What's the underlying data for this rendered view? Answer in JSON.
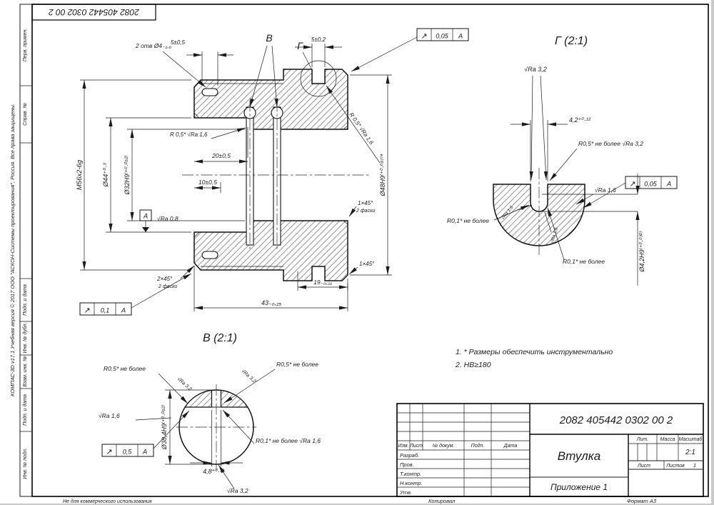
{
  "sheet": {
    "top_stamp": "2082 405442 0302 00 2",
    "watermark": "КОМПАС-3D v17.1 Учебная версия © 2017 ООО \"АСКОН-Системы проектирования\", Россия. Все права защищены.",
    "non_commercial": "Не для коммерческого использования",
    "copied": "Копировал",
    "format": "Формат A3",
    "margins": [
      "Перв. примен.",
      "Справ. №",
      "Подп. и дата",
      "Инв. № дубл.",
      "Взам. инв. №",
      "Подп. и дата",
      "Инв. № подл."
    ]
  },
  "main_view": {
    "holes_note": "2 отв Ø4₋₁,₀",
    "dim_slot_w": "5±0,5",
    "label_b": "В",
    "label_g": "Г",
    "dim_groove": "5±0,2",
    "tol_top_sym": "↗",
    "tol_top_val": "0,05",
    "tol_top_datum": "A",
    "dia44": "Ø44⁺⁰·³",
    "dia32": "Ø32H9⁽⁺⁰·⁰⁶²⁾",
    "thread": "M56x2-6g",
    "r05_left": "R 0,5* √Ra 1,6",
    "r05_right": "R 0,5* √Ra 1,6",
    "dim20": "20±0,5",
    "dim10": "10±0,5",
    "ra08": "√Ra 0,8",
    "datum": "A",
    "ch_inner": "1×45°",
    "ch_inner_note": "2 фаски",
    "ch_outer": "1×45°",
    "ch_left": "2×45°",
    "ch_left_note": "2 фаски",
    "dim19": "19₋₀,₂₁",
    "dim43": "43₋₀,₂₅",
    "dia48": "Ø48H9⁽⁺⁰·⁰⁸⁷⁾*",
    "tol_bot_sym": "↗",
    "tol_bot_val": "0,1",
    "tol_bot_datum": "A"
  },
  "detail_g": {
    "title": "Г (2:1)",
    "ra32_top": "√Ra 3,2",
    "dim42": "4,2⁺⁰·¹²",
    "r05": "R0,5* не более  √Ra 3,2",
    "ra16": "√Ra 1,6",
    "tol_sym": "↗",
    "tol_val": "0,05",
    "tol_datum": "A",
    "r01_left": "R0,1* не более",
    "r01_bottom": "R0,1* не более",
    "ra16_small1": "√Ra 1,6",
    "ra16_small2": "√Ra 1,6",
    "dia42": "Ø4,2H9⁽⁺⁰·⁰³⁰⁾"
  },
  "detail_v": {
    "title": "В (2:1)",
    "r05_left": "R0,5* не более",
    "r05_right": "R0,5* не более",
    "ra32_left": "√Ra 3,2",
    "ra32_right": "√Ra 3,2",
    "ra16": "√Ra 1,6",
    "tol_sym": "↗",
    "tol_val": "0,5",
    "tol_datum": "A",
    "dia384": "Ø38,4H9⁽⁺⁰·⁰⁶²⁾",
    "dim48": "4,8⁺⁰·¹²",
    "r01": "R0,1* не более  √Ra 1,6",
    "ra32_bottom": "√Ra 3,2"
  },
  "notes": {
    "n1": "1. * Размеры обеспечить инструментально",
    "n2": "2. HB≥180"
  },
  "title_block": {
    "doc_number": "2082 405442 0302 00 2",
    "part_name": "Втулка",
    "appendix": "Приложение 1",
    "col_izm": "Изм.",
    "col_list": "Лист",
    "col_doc": "№ докум.",
    "col_sign": "Подп.",
    "col_date": "Дата",
    "row_razrab": "Разраб.",
    "row_prov": "Пров.",
    "row_tkontr": "Т.контр.",
    "row_nkontr": "Н.контр.",
    "row_utv": "Утв.",
    "lit": "Лит.",
    "mass": "Масса",
    "scale": "Масштаб",
    "scale_value": "2:1",
    "sheet": "Лист",
    "sheets": "Листов",
    "sheets_value": "1"
  }
}
